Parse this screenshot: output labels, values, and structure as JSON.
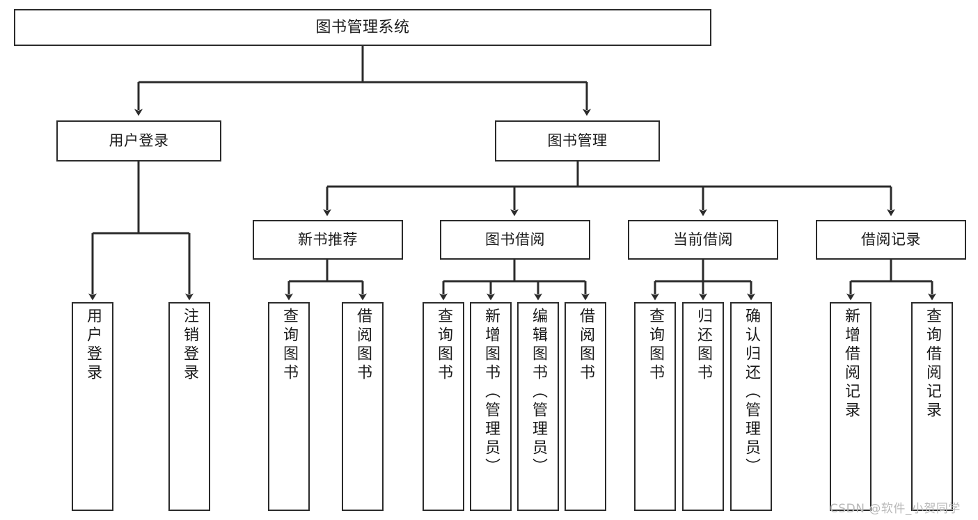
{
  "diagram": {
    "title": "图书管理系统",
    "watermark": "CSDN @软件_小贺同学",
    "colors": {
      "stroke": "#2b2b2b",
      "fill": "#ffffff",
      "text": "#1a1a1a",
      "watermark": "#b9b9b9"
    },
    "nodes": {
      "root": {
        "label": "图书管理系统"
      },
      "level2": [
        {
          "label": "用户登录"
        },
        {
          "label": "图书管理"
        }
      ],
      "level3": [
        {
          "label": "新书推荐"
        },
        {
          "label": "图书借阅"
        },
        {
          "label": "当前借阅"
        },
        {
          "label": "借阅记录"
        }
      ],
      "leaves": {
        "user_login": [
          {
            "label": "用户登录"
          },
          {
            "label": "注销登录"
          }
        ],
        "new_book": [
          {
            "label": "查询图书"
          },
          {
            "label": "借阅图书"
          }
        ],
        "borrow_book": [
          {
            "label": "查询图书"
          },
          {
            "label": "新增图书（管理员）"
          },
          {
            "label": "编辑图书（管理员）"
          },
          {
            "label": "借阅图书"
          }
        ],
        "current_borrow": [
          {
            "label": "查询图书"
          },
          {
            "label": "归还图书"
          },
          {
            "label": "确认归还（管理员）"
          }
        ],
        "borrow_record": [
          {
            "label": "新增借阅记录"
          },
          {
            "label": "查询借阅记录"
          }
        ]
      }
    }
  }
}
